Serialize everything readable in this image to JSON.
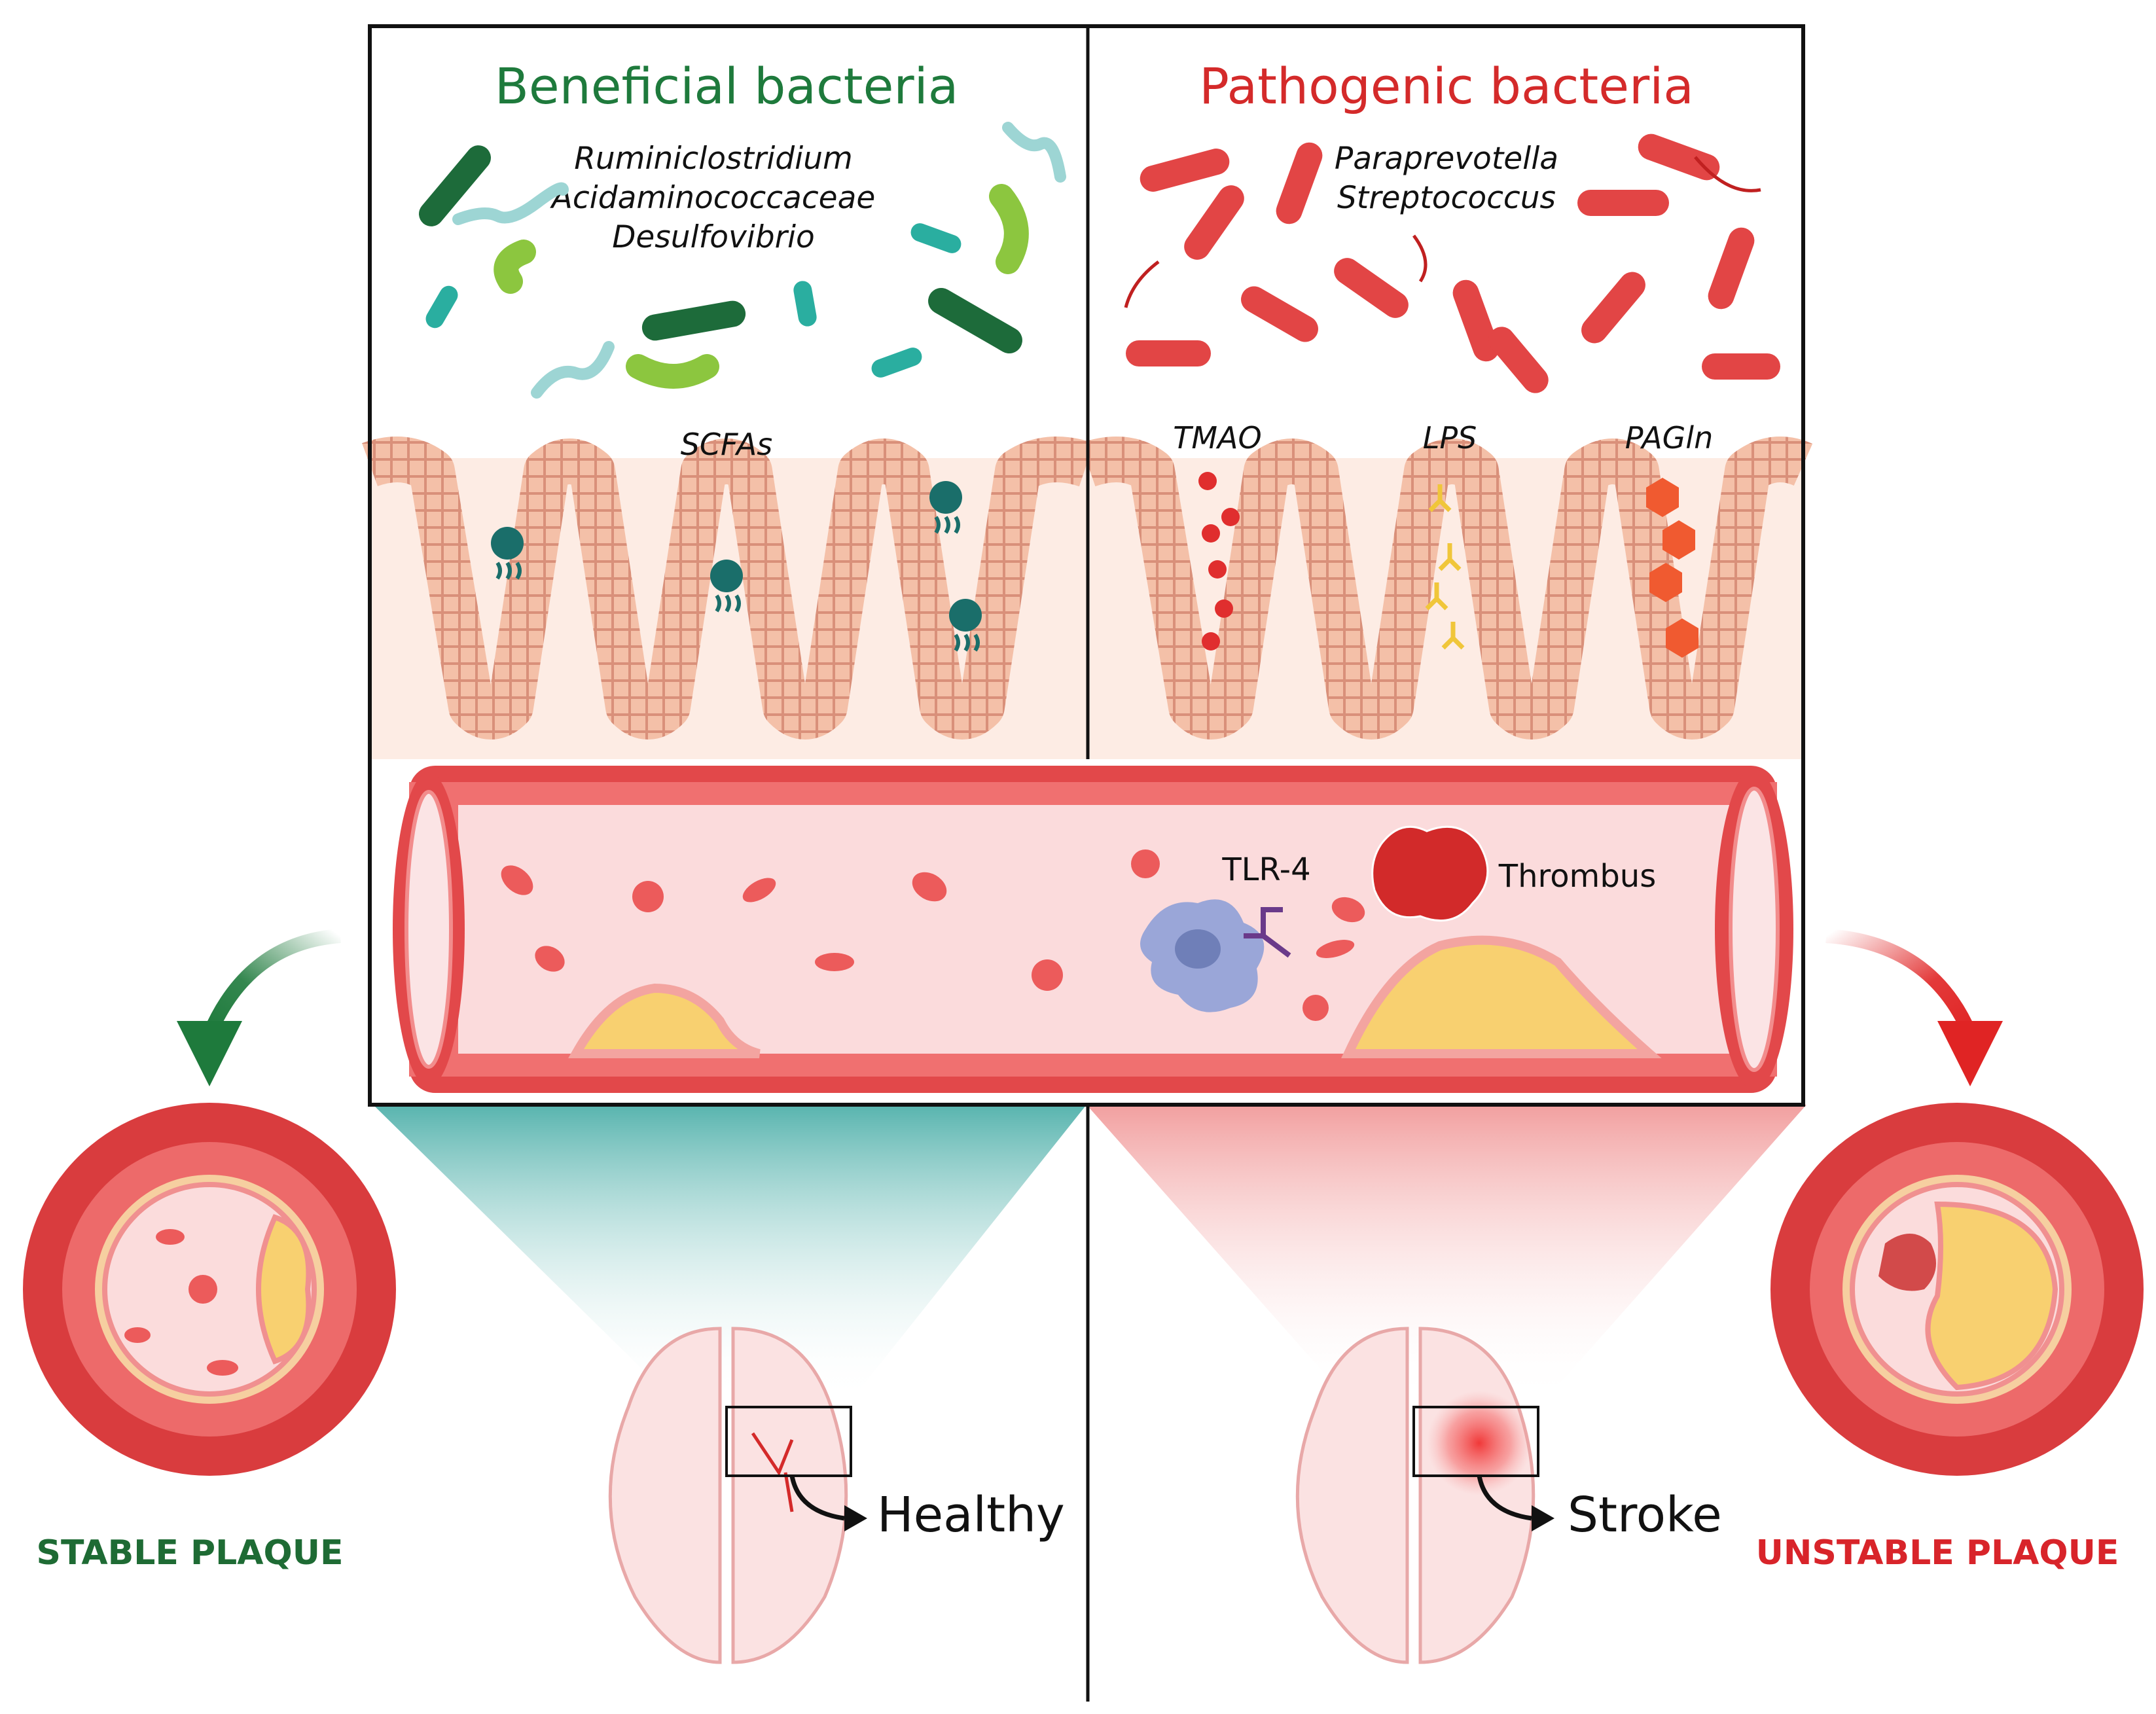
{
  "panels": {
    "left": {
      "title": "Beneficial bacteria",
      "taxa": [
        "Ruminiclostridium",
        "Acidaminococcaceae",
        "Desulfovibrio"
      ],
      "metabolite": "SCFAs"
    },
    "right": {
      "title": "Pathogenic bacteria",
      "taxa": [
        "Paraprevotella",
        "Streptococcus"
      ],
      "metabolites": [
        "TMAO",
        "LPS",
        "PAGln"
      ]
    }
  },
  "vessel": {
    "receptor_label": "TLR-4",
    "thrombus_label": "Thrombus"
  },
  "outcomes": {
    "left_brain": "Healthy",
    "right_brain": "Stroke",
    "left_plaque": "STABLE PLAQUE",
    "right_plaque": "UNSTABLE PLAQUE"
  },
  "colors": {
    "beneficial": "#1e7a3c",
    "pathogenic": "#d42a2a",
    "vessel_wall": "#e2484a",
    "lumen": "#fbdbdc",
    "plaque_core": "#f8d070",
    "villi": "#f2b9a0",
    "teal_funnel": "#4fb0aa",
    "red_funnel": "#f19a9a"
  }
}
